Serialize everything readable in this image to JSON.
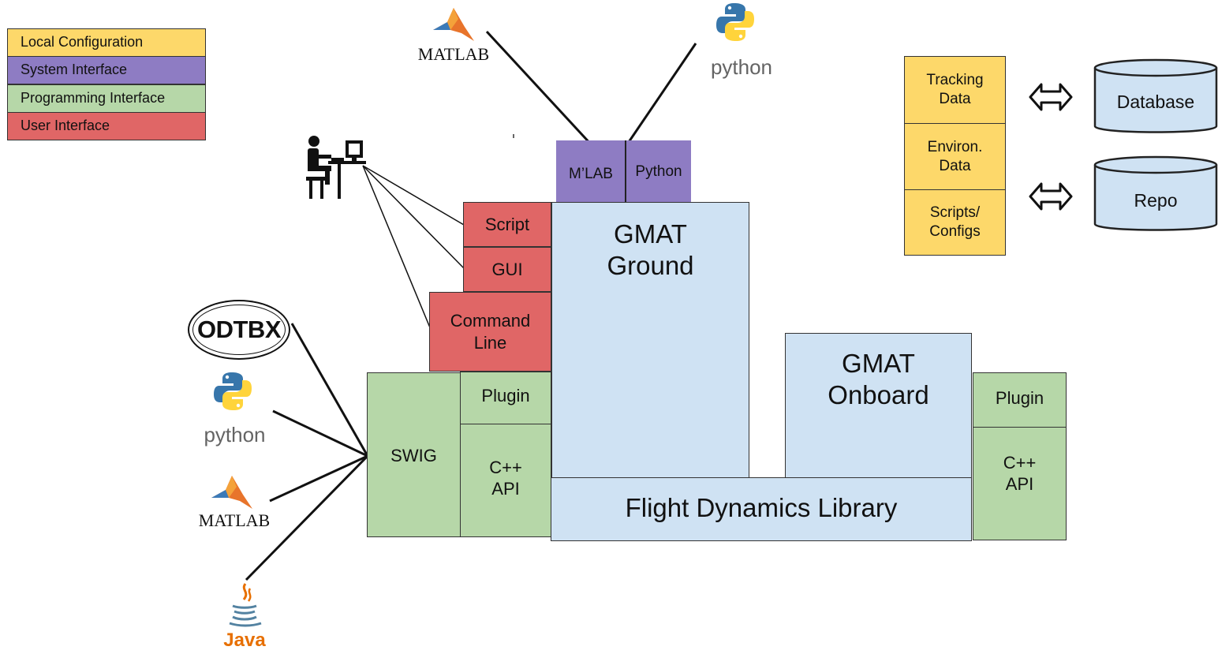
{
  "colors": {
    "local_configuration": "#fdd86a",
    "system_interface": "#8e7cc3",
    "programming_interface": "#b6d7a8",
    "user_interface": "#e06666",
    "core": "#cfe2f3",
    "storage": "#cfe2f3",
    "java_orange": "#e76f00",
    "python_blue": "#3776ab",
    "python_yellow": "#ffd43b"
  },
  "legend": [
    {
      "label": "Local Configuration",
      "color": "#fdd86a"
    },
    {
      "label": "System Interface",
      "color": "#8e7cc3"
    },
    {
      "label": "Programming Interface",
      "color": "#b6d7a8"
    },
    {
      "label": "User  Interface",
      "color": "#e06666"
    }
  ],
  "logos": {
    "matlab_top": "MATLAB",
    "python_top": "python",
    "odtbx": "ODTBX",
    "python_left": "python",
    "matlab_left": "MATLAB",
    "java": "Java"
  },
  "icons": {
    "user_workstation": "person-at-computer-icon",
    "matlab": "matlab-membrane-icon",
    "python": "python-snakes-icon",
    "java": "java-cup-icon",
    "arrow": "double-arrow-icon",
    "database": "cylinder-icon"
  },
  "system_interface": {
    "mlab": "M’LAB",
    "python": "Python"
  },
  "user_interface": {
    "script": "Script",
    "gui": "GUI",
    "command_line": "Command\nLine"
  },
  "programming_interface": {
    "swig": "SWIG",
    "plugin_left": "Plugin",
    "cpp_api_left": "C++\nAPI",
    "plugin_right": "Plugin",
    "cpp_api_right": "C++\nAPI"
  },
  "core": {
    "gmat_ground": "GMAT\nGround",
    "gmat_onboard": "GMAT\nOnboard",
    "flight_dynamics_library": "Flight Dynamics Library"
  },
  "local_configuration": {
    "tracking_data": "Tracking\nData",
    "environ_data": "Environ.\nData",
    "scripts_configs": "Scripts/\nConfigs"
  },
  "storage": {
    "database": "Database",
    "repo": "Repo"
  }
}
